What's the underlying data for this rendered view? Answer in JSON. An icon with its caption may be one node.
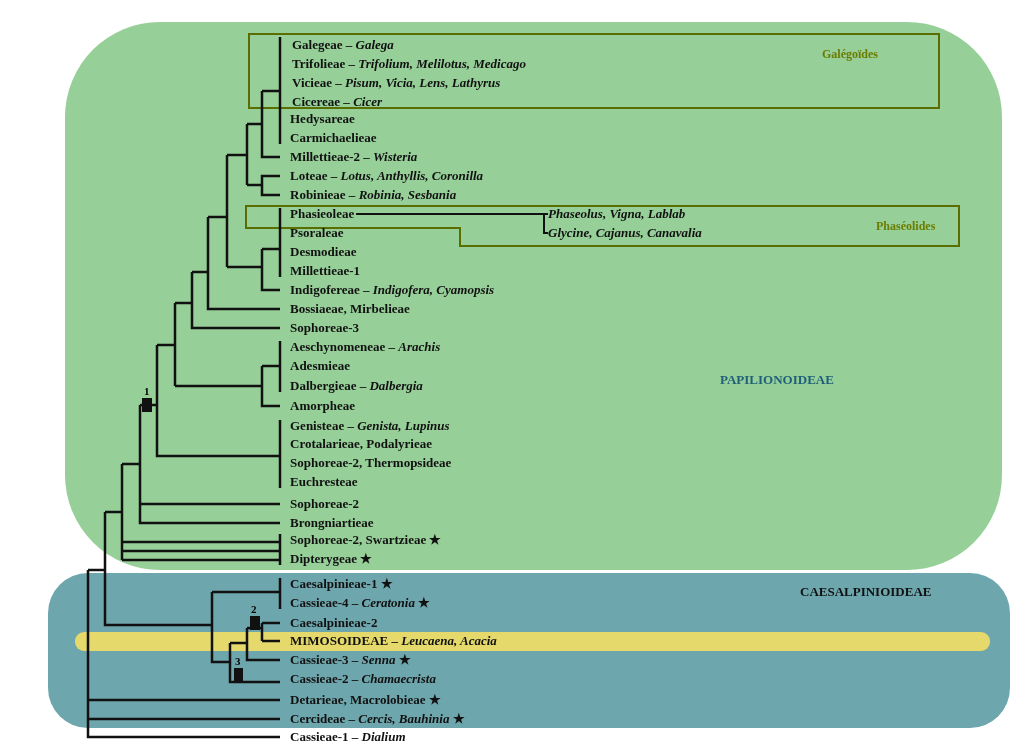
{
  "diagram": {
    "nodes": [
      {
        "text": [
          "PAPILIONOIDEAE"
        ]
      },
      {
        "text": [
          "Galégoïdes"
        ],
        "in": 0
      },
      {
        "text": [
          "Galegeae – *Galega*"
        ],
        "in": 1
      },
      {
        "text": [
          "Trifolieae – *Trifolium, Melilotus, Medicago*"
        ],
        "in": 1
      },
      {
        "text": [
          "Vicieae – *Pisum, Vicia, Lens, Lathyrus*"
        ],
        "in": 1
      },
      {
        "text": [
          "Cicereae – *Cicer*"
        ],
        "in": 1
      },
      {
        "text": [
          "Hedysareae"
        ],
        "in": 0
      },
      {
        "text": [
          "Carmichaelieae"
        ],
        "in": 0
      },
      {
        "text": [
          "Millettieae-2 – *Wisteria*"
        ],
        "in": 0
      },
      {
        "text": [
          "Loteae – *Lotus, Anthyllis, Coronilla*"
        ],
        "in": 0
      },
      {
        "text": [
          "Robinieae – *Robinia, Sesbania*"
        ],
        "in": 0
      },
      {
        "text": [
          "Phaséolides"
        ],
        "in": 0
      },
      {
        "text": [
          "Phasieoleae"
        ],
        "in": 11
      },
      {
        "text": [
          "Phaseolus, Vigna, Lablab"
        ],
        "in": 11
      },
      {
        "text": [
          "Glycine, Cajanus, Canavalia"
        ],
        "in": 11
      },
      {
        "text": [
          "Psoraleae"
        ],
        "in": 0
      },
      {
        "text": [
          "Desmodieae"
        ],
        "in": 0
      },
      {
        "text": [
          "Millettieae-1"
        ],
        "in": 0
      },
      {
        "text": [
          "Indigofereae – *Indigofera, Cyamopsis*"
        ],
        "in": 0
      },
      {
        "text": [
          "Bossiaeae, Mirbelieae"
        ],
        "in": 0
      },
      {
        "text": [
          "Sophoreae-3"
        ],
        "in": 0
      },
      {
        "text": [
          "Aeschynomeneae – *Arachis*"
        ],
        "in": 0
      },
      {
        "text": [
          "Adesmieae"
        ],
        "in": 0
      },
      {
        "text": [
          "Dalbergieae – *Dalbergia*"
        ],
        "in": 0
      },
      {
        "text": [
          "Amorpheae"
        ],
        "in": 0
      },
      {
        "text": [
          "Genisteae – *Genista, Lupinus*"
        ],
        "in": 0
      },
      {
        "text": [
          "Crotalarieae, Podalyrieae"
        ],
        "in": 0
      },
      {
        "text": [
          "Sophoreae-2, Thermopsideae"
        ],
        "in": 0
      },
      {
        "text": [
          "Euchresteae"
        ],
        "in": 0
      },
      {
        "text": [
          "Sophoreae-2"
        ],
        "in": 0
      },
      {
        "text": [
          "Brongniartieae"
        ],
        "in": 0
      },
      {
        "text": [
          "Sophoreae-2, Swartzieae ★"
        ],
        "in": 0
      },
      {
        "text": [
          "Dipterygeae ★"
        ],
        "in": 0
      },
      {
        "text": [
          "CAESALPINIOIDEAE"
        ]
      },
      {
        "text": [
          "Caesalpinieae-1 ★"
        ],
        "in": 33
      },
      {
        "text": [
          "Cassieae-4 – *Ceratonia* ★"
        ],
        "in": 33
      },
      {
        "text": [
          "Caesalpinieae-2"
        ],
        "in": 33
      },
      {
        "text": [
          "MIMOSOIDEAE – *Leucaena, Acacia*"
        ],
        "in": 33
      },
      {
        "text": [
          "Cassieae-3 – *Senna* ★"
        ],
        "in": 33
      },
      {
        "text": [
          "Cassieae-2 – *Chamaecrista*"
        ],
        "in": 33
      },
      {
        "text": [
          "Detarieae, Macrolobieae ★"
        ],
        "in": 33
      },
      {
        "text": [
          "Cercideae – *Cercis, Bauhinia* ★"
        ],
        "in": 33
      },
      {
        "text": [
          "Cassieae-1 – *Dialium*"
        ]
      }
    ],
    "edges": [
      {
        "from": 12,
        "to": 13,
        "arrow": "none"
      },
      {
        "from": 12,
        "to": 14,
        "arrow": "none"
      }
    ],
    "labels": [
      "1",
      "2",
      "3"
    ]
  }
}
